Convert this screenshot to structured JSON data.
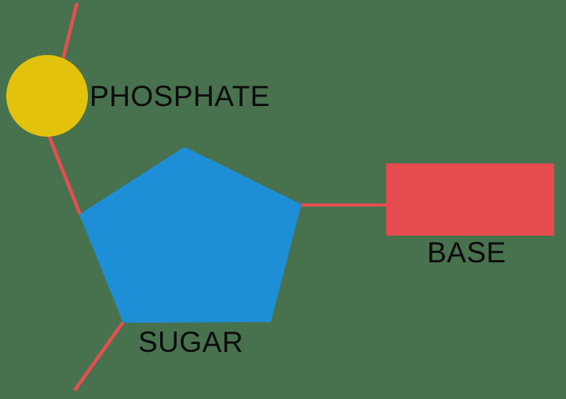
{
  "diagram": {
    "name": "nucleotide-structure",
    "labels": {
      "phosphate": "PHOSPHATE",
      "sugar": "SUGAR",
      "base": "BASE"
    },
    "colors": {
      "background": "#48714E",
      "phosphate": "#E3C20E",
      "sugar": "#1E8ED6",
      "base": "#E64B50",
      "connector": "#E2514F",
      "label_text": "#0C0C0C"
    },
    "nodes": [
      {
        "id": "phosphate",
        "shape": "circle",
        "label": "PHOSPHATE"
      },
      {
        "id": "sugar",
        "shape": "pentagon",
        "label": "SUGAR"
      },
      {
        "id": "base",
        "shape": "rectangle",
        "label": "BASE"
      }
    ]
  }
}
